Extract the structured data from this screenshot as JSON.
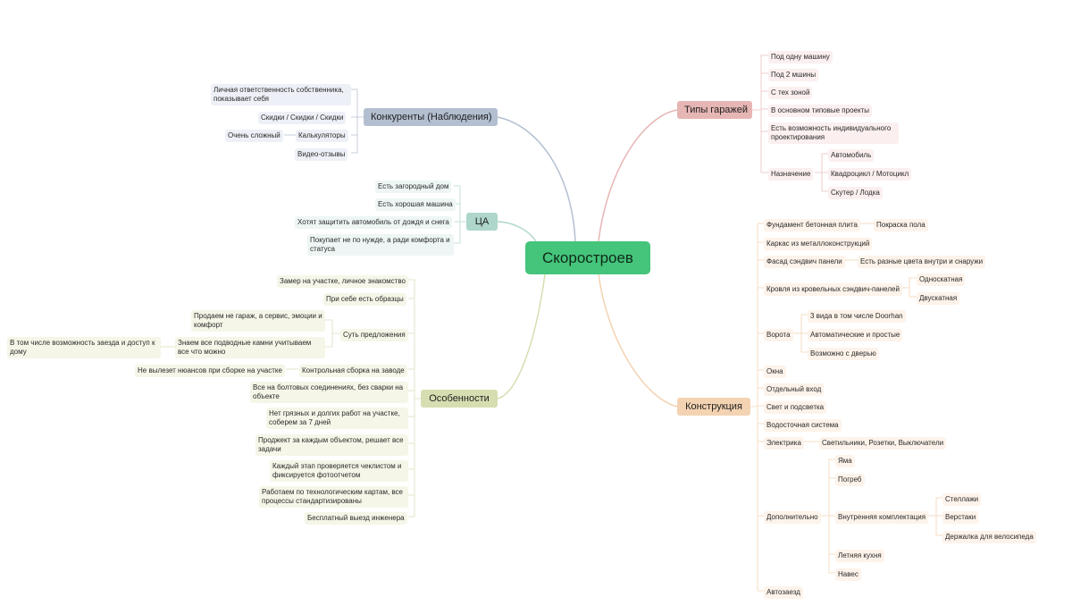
{
  "root": "Скоростроев",
  "colors": {
    "root": "#45c47b",
    "competitors": "#b3bfd0",
    "audience": "#aed6cb",
    "features": "#d6deb1",
    "garage_types": "#e6b6b4",
    "construction": "#f3d3b2"
  },
  "competitors": {
    "title": "Конкуренты (Наблюдения)",
    "items": [
      "Личная ответственность собственника, показывает себя",
      "Скидки / Скидки / Скидки",
      "Калькуляторы",
      "Очень сложный",
      "Видео-отзывы"
    ]
  },
  "audience": {
    "title": "ЦА",
    "items": [
      "Есть загородный дом",
      "Есть хорошая машина",
      "Хотят защитить автомобиль от дождя и снега",
      "Покупает не по нужде, а ради комфорта и статуса"
    ]
  },
  "features": {
    "title": "Особенности",
    "items": [
      "Замер на участке, личное знакомство",
      "При себе есть образцы",
      "Суть предложения",
      "Продаем не гараж, а сервис, эмоции и комфорт",
      "Знаем все подводные камни учитываем все что можно",
      "В том числе возможность заезда и доступ к дому",
      "Контрольная сборка на заводе",
      "Не вылезет нюансов при сборке на участке",
      "Все на болтовых соединениях, без сварки на объекте",
      "Нет грязных и долгих работ на участке, соберем за 7 дней",
      "Проджект за каждым объектом, решает все задачи",
      "Каждый этап проверяется чеклистом и фиксируется фотоотчетом",
      "Работаем по технологическим картам, все процессы стандартизированы",
      "Бесплатный выезд инженера"
    ]
  },
  "garage_types": {
    "title": "Типы гаражей",
    "items": [
      "Под одну машину",
      "Под 2 мшины",
      "С тех зоной",
      "В основном типовые проекты",
      "Есть возможность индивидуального проектирования",
      "Назначение",
      "Автомобиль",
      "Квадроцикл / Мотоцикл",
      "Скутер / Лодка"
    ]
  },
  "construction": {
    "title": "Конструкция",
    "items": [
      "Фундамент бетонная плита",
      "Покраска пола",
      "Каркас из металлоконструкций",
      "Фасад сэндвич панели",
      "Есть разные цвета внутри и снаружи",
      "Кровля из кровельных сэндвич-панелей",
      "Односкатная",
      "Двускатная",
      "Ворота",
      "3 вида в том числе Doorhan",
      "Автоматические и простые",
      "Возможно с дверью",
      "Окна",
      "Отдельный вход",
      "Свет и подсветка",
      "Водосточная система",
      "Электрика",
      "Светильники, Розетки, Выключатели",
      "Дополнительно",
      "Яма",
      "Погреб",
      "Внутренняя комплектация",
      "Стеллажи",
      "Верстаки",
      "Держалка для велосипеда",
      "Летняя кухня",
      "Навес",
      "Автозаезд"
    ]
  }
}
